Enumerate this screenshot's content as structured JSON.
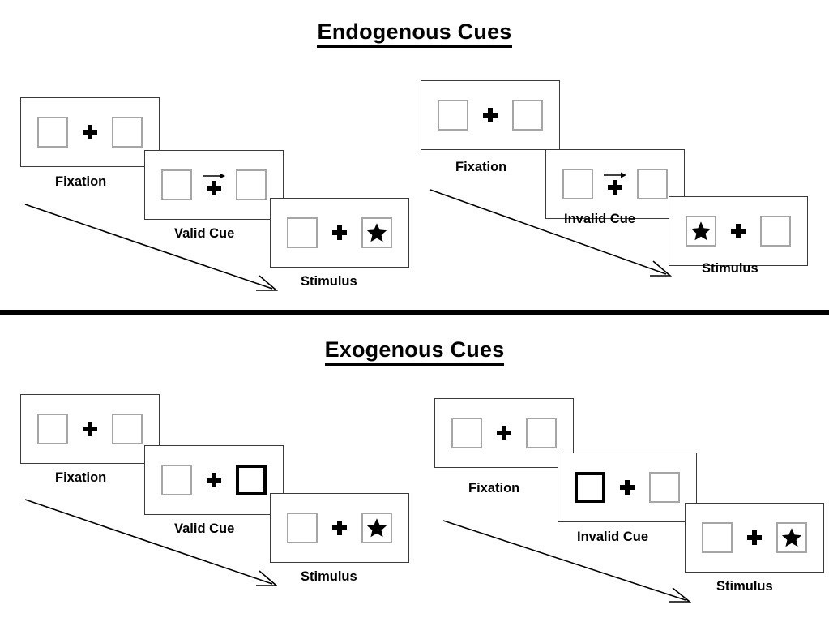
{
  "figure": {
    "sections": [
      {
        "id": "endogenous",
        "title": "Endogenous Cues",
        "sequences": [
          {
            "id": "endogenous-valid",
            "cue_type": "arrow",
            "validity": "valid",
            "frames": [
              {
                "label": "Fixation",
                "cue": "none",
                "cue_side": "none",
                "stimulus_side": "none"
              },
              {
                "label": "Valid Cue",
                "cue": "arrow-right",
                "cue_side": "right",
                "stimulus_side": "none"
              },
              {
                "label": "Stimulus",
                "cue": "none",
                "cue_side": "none",
                "stimulus_side": "right"
              }
            ],
            "time_arrow_label": ""
          },
          {
            "id": "endogenous-invalid",
            "cue_type": "arrow",
            "validity": "invalid",
            "frames": [
              {
                "label": "Fixation",
                "cue": "none",
                "cue_side": "none",
                "stimulus_side": "none"
              },
              {
                "label": "Invalid Cue",
                "cue": "arrow-right",
                "cue_side": "right",
                "stimulus_side": "none"
              },
              {
                "label": "Stimulus",
                "cue": "none",
                "cue_side": "none",
                "stimulus_side": "left"
              }
            ],
            "time_arrow_label": ""
          }
        ]
      },
      {
        "id": "exogenous",
        "title": "Exogenous Cues",
        "sequences": [
          {
            "id": "exogenous-valid",
            "cue_type": "box-flash",
            "validity": "valid",
            "frames": [
              {
                "label": "Fixation",
                "cue": "none",
                "cue_side": "none",
                "stimulus_side": "none"
              },
              {
                "label": "Valid Cue",
                "cue": "box-flash",
                "cue_side": "right",
                "stimulus_side": "none"
              },
              {
                "label": "Stimulus",
                "cue": "none",
                "cue_side": "none",
                "stimulus_side": "right"
              }
            ],
            "time_arrow_label": ""
          },
          {
            "id": "exogenous-invalid",
            "cue_type": "box-flash",
            "validity": "invalid",
            "frames": [
              {
                "label": "Fixation",
                "cue": "none",
                "cue_side": "none",
                "stimulus_side": "none"
              },
              {
                "label": "Invalid Cue",
                "cue": "box-flash",
                "cue_side": "left",
                "stimulus_side": "none"
              },
              {
                "label": "Stimulus",
                "cue": "none",
                "cue_side": "none",
                "stimulus_side": "right"
              }
            ],
            "time_arrow_label": ""
          }
        ]
      }
    ],
    "icons": {
      "fixation": "plus-cross-icon",
      "arrow_cue": "arrow-right-icon",
      "stimulus": "star-icon",
      "time": "diagonal-time-arrow-icon"
    },
    "colors": {
      "background": "#ffffff",
      "ink": "#000000",
      "panel_border": "#3a3a3a",
      "box_border": "#a6a6a6",
      "cued_box_border": "#000000",
      "divider": "#000000"
    }
  }
}
